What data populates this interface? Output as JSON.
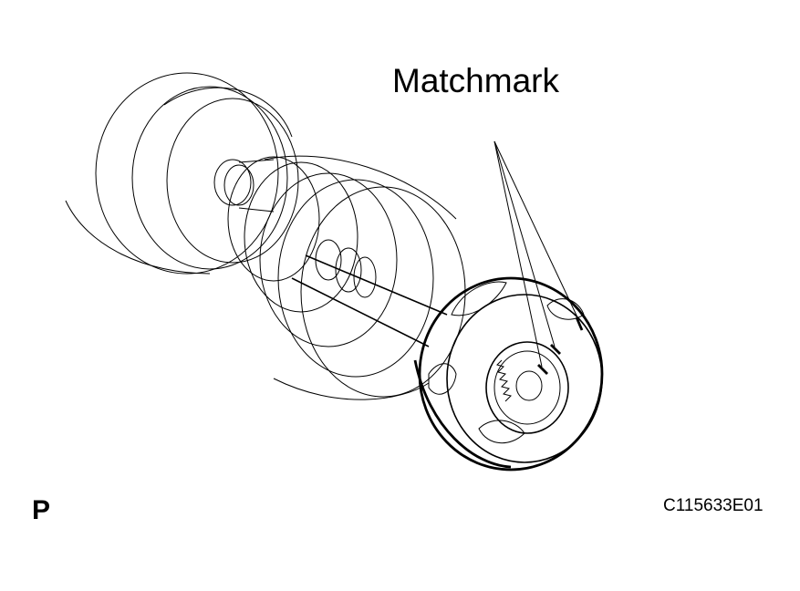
{
  "labels": {
    "callout": "Matchmark",
    "view_letter": "P",
    "figure_code": "C115633E01"
  },
  "colors": {
    "line": "#000000",
    "background": "#ffffff"
  }
}
